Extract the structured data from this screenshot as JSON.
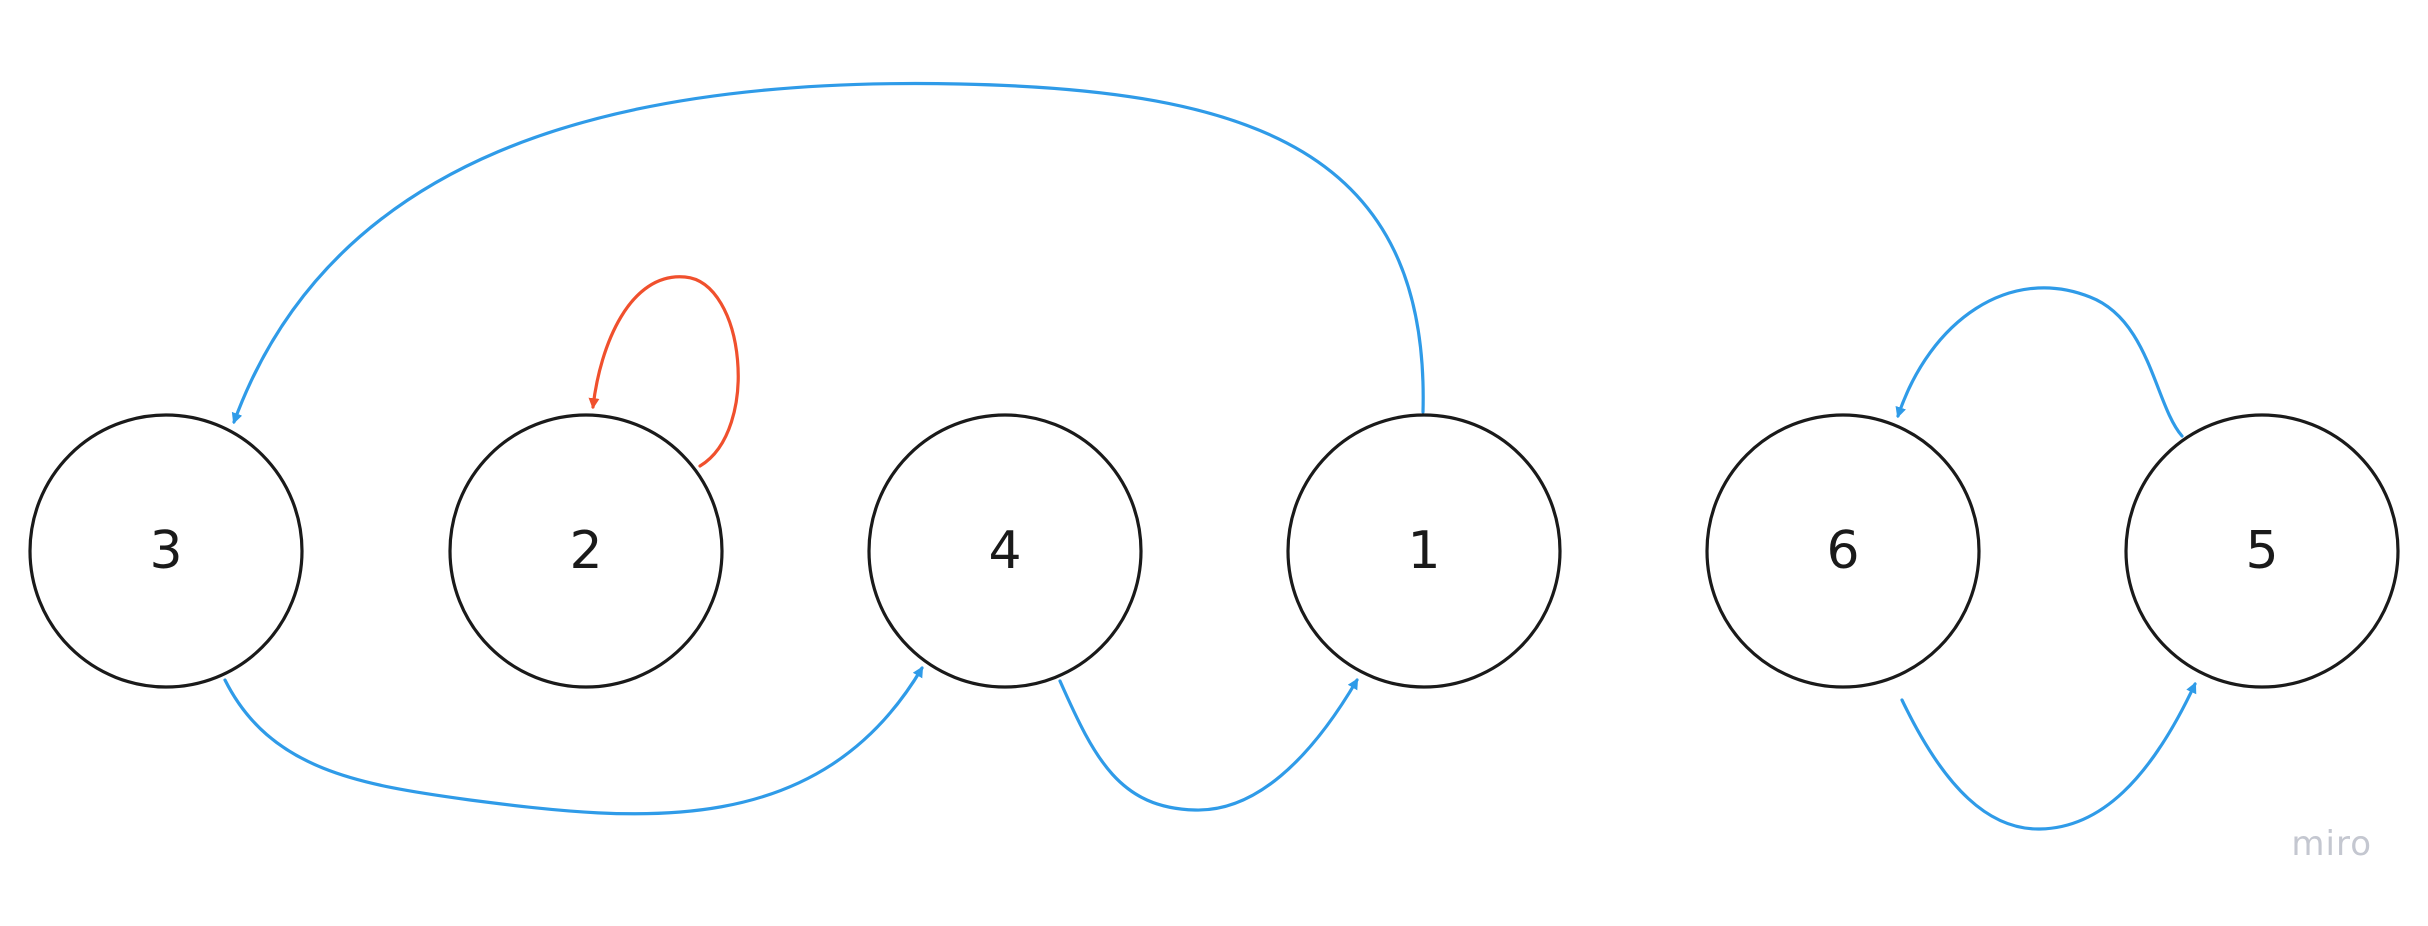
{
  "diagram": {
    "nodes": [
      {
        "id": "n3",
        "label": "3"
      },
      {
        "id": "n2",
        "label": "2"
      },
      {
        "id": "n4",
        "label": "4"
      },
      {
        "id": "n1",
        "label": "1"
      },
      {
        "id": "n6",
        "label": "6"
      },
      {
        "id": "n5",
        "label": "5"
      }
    ],
    "edges": [
      {
        "from": "1",
        "to": "3",
        "color": "#2f9be8"
      },
      {
        "from": "2",
        "to": "2",
        "color": "#f0502d"
      },
      {
        "from": "3",
        "to": "4",
        "color": "#2f9be8"
      },
      {
        "from": "4",
        "to": "1",
        "color": "#2f9be8"
      },
      {
        "from": "5",
        "to": "6",
        "color": "#2f9be8"
      },
      {
        "from": "6",
        "to": "5",
        "color": "#2f9be8"
      }
    ],
    "colors": {
      "node_stroke": "#1a1a1a",
      "edge_default": "#2f9be8",
      "edge_self_loop": "#f0502d"
    }
  },
  "watermark": {
    "text": "miro",
    "color": "#c4c7d0"
  }
}
